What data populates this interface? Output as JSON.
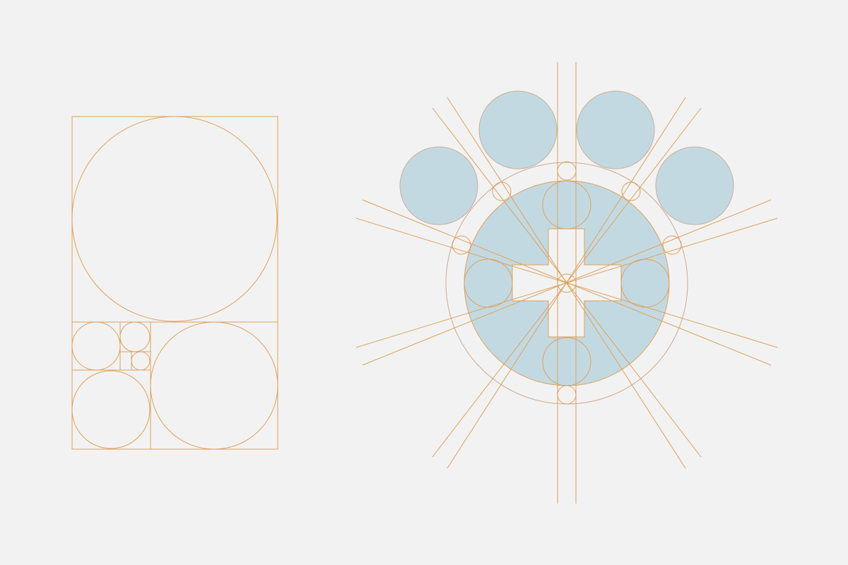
{
  "diagram": {
    "type": "logo-construction-grid",
    "colors": {
      "background": "#f2f2f2",
      "construction_line": "#dea15b",
      "outer_guide_circle": "#cfa98c",
      "fill_blue": "#c3d9e2",
      "fill_outline": "#c9b09a",
      "cross_fill": "#f2f2f2"
    },
    "panels": [
      {
        "name": "golden-ratio-grid",
        "elements": [
          "outer-rectangle",
          "large-circle",
          "nested-squares",
          "nested-circles"
        ]
      },
      {
        "name": "paw-logo-construction",
        "elements": [
          "toe-pads",
          "main-pad",
          "cross-symbol",
          "radial-guide-lines",
          "guide-circles"
        ],
        "toe_pad_count": 4,
        "guide_line_angles": [
          "vertical",
          "60deg",
          "120deg",
          "20deg",
          "160deg"
        ]
      }
    ]
  }
}
